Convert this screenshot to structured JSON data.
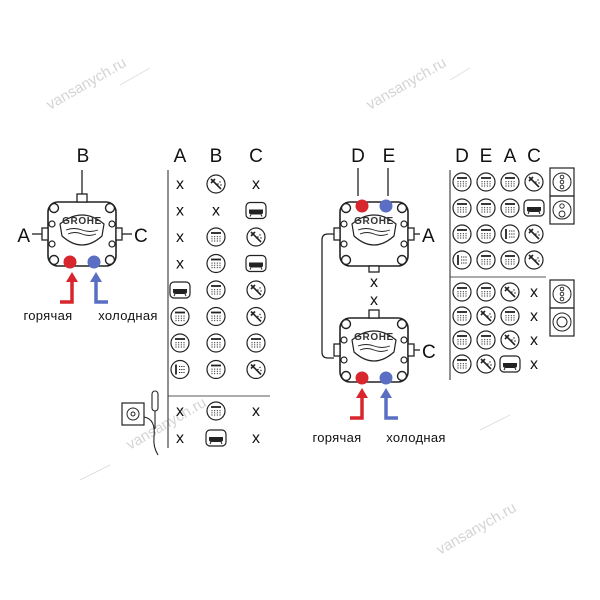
{
  "watermark": "vansanych.ru",
  "brand": "GROHE",
  "supply_labels": {
    "hot": "горячая",
    "cold": "холодная"
  },
  "colors": {
    "hot": "#d8262e",
    "cold": "#5a6fc4",
    "line": "#222222",
    "watermark": "#d4d4d4"
  },
  "left": {
    "port_labels": {
      "top": "B",
      "left": "A",
      "right": "C"
    },
    "headers": [
      "A",
      "B",
      "C"
    ],
    "rows": [
      [
        "x",
        "hand-shower-icon",
        "x"
      ],
      [
        "x",
        "x",
        "bathtub-icon"
      ],
      [
        "x",
        "head-shower-icon",
        "hand-shower-icon"
      ],
      [
        "x",
        "head-shower-icon",
        "bathtub-icon"
      ],
      [
        "bathtub-icon",
        "head-shower-icon",
        "hand-shower-icon"
      ],
      [
        "head-shower-icon",
        "head-shower-icon",
        "hand-shower-icon"
      ],
      [
        "head-shower-icon",
        "head-shower-icon",
        "head-shower-icon"
      ],
      [
        "body-jet-icon",
        "head-shower-icon",
        "hand-shower-icon"
      ],
      [
        "x",
        "head-shower-icon",
        "x"
      ],
      [
        "x",
        "bathtub-icon",
        "x"
      ]
    ],
    "accessory_icon": "outlet-handshower-icon"
  },
  "right": {
    "top_labels": {
      "left": "D",
      "right": "E"
    },
    "side_labels": {
      "upper": "A",
      "lower": "C"
    },
    "headers": [
      "D",
      "E",
      "A",
      "C"
    ],
    "group1": [
      [
        "head-shower-icon",
        "head-shower-icon",
        "head-shower-icon",
        "hand-shower-icon"
      ],
      [
        "head-shower-icon",
        "head-shower-icon",
        "head-shower-icon",
        "bathtub-icon"
      ],
      [
        "head-shower-icon",
        "head-shower-icon",
        "body-jet-icon",
        "hand-shower-icon"
      ],
      [
        "body-jet-icon",
        "head-shower-icon",
        "head-shower-icon",
        "hand-shower-icon"
      ]
    ],
    "group1_selectors": [
      "three-button-selector-icon",
      "two-button-selector-icon"
    ],
    "group2": [
      [
        "head-shower-icon",
        "head-shower-icon",
        "hand-shower-icon",
        "x"
      ],
      [
        "head-shower-icon",
        "hand-shower-icon",
        "head-shower-icon",
        "x"
      ],
      [
        "head-shower-icon",
        "head-shower-icon",
        "hand-shower-icon",
        "x"
      ],
      [
        "head-shower-icon",
        "hand-shower-icon",
        "bathtub-icon",
        "x"
      ]
    ],
    "group2_selectors": [
      "three-button-selector-icon",
      "single-dial-selector-icon"
    ],
    "link_marks": [
      "x",
      "x"
    ]
  }
}
